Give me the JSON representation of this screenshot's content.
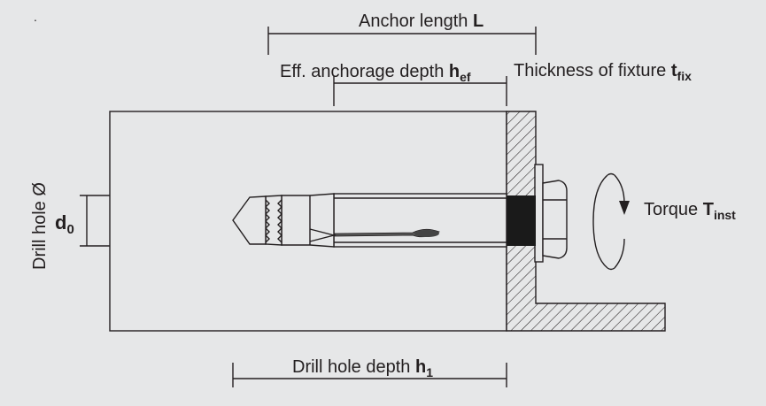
{
  "labels": {
    "anchor_length": "Anchor length",
    "anchor_length_sym": "L",
    "eff_depth": "Eff. anchorage depth",
    "eff_depth_sym": "h",
    "eff_depth_sub": "ef",
    "fixture": "Thickness of fixture",
    "fixture_sym": "t",
    "fixture_sub": "fix",
    "torque": "Torque",
    "torque_sym": "T",
    "torque_sub": "inst",
    "drill_dia": "Drill hole Ø",
    "d0_sym": "d",
    "d0_sub": "0",
    "drill_depth": "Drill hole depth",
    "drill_depth_sym": "h",
    "drill_depth_sub": "1",
    "dot": "."
  },
  "colors": {
    "background": "#e6e7e8",
    "line": "#231f20",
    "sleeve_black": "#1a1a1a"
  }
}
